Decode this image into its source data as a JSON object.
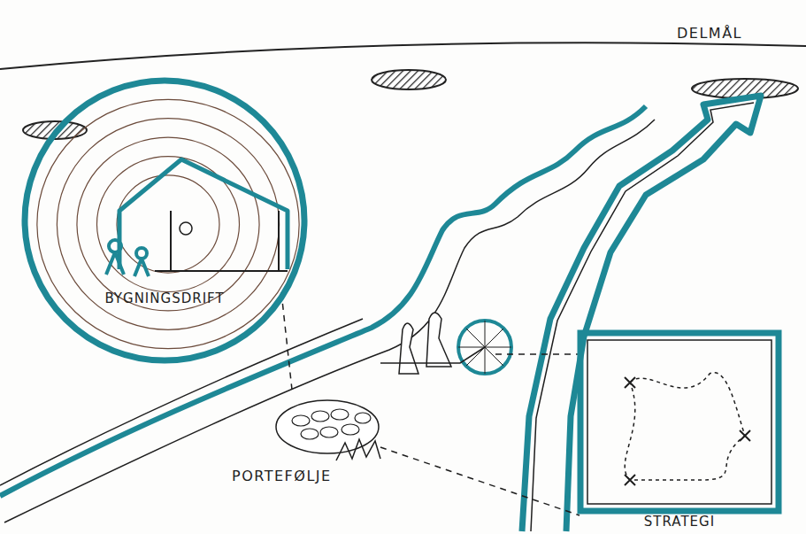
{
  "diagram": {
    "nodes": [
      {
        "text": [
          "BYGNINGSDRIFT"
        ]
      },
      {
        "text": [
          "STRATEGI"
        ]
      }
    ],
    "labels": [
      "DELMÅL",
      "PORTEFØLJE"
    ]
  }
}
